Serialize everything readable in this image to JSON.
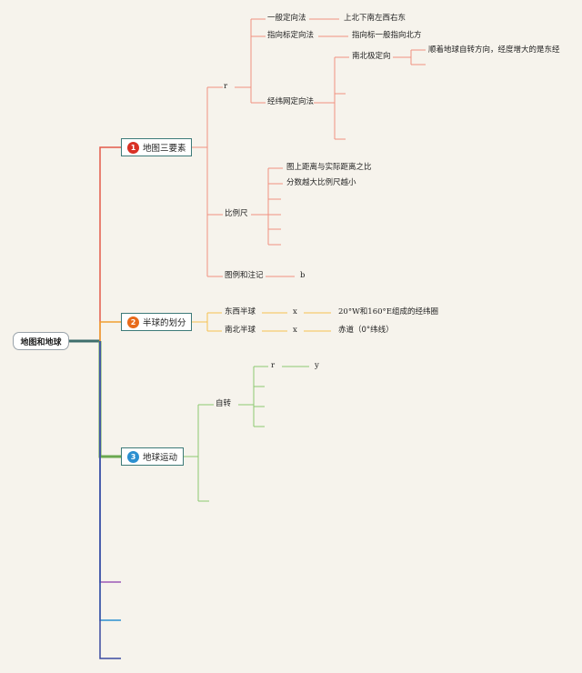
{
  "root": "地图和地球",
  "branches": [
    {
      "num": "1",
      "label": "地图三要素",
      "color": "#e35a4a"
    },
    {
      "num": "2",
      "label": "半球的划分",
      "color": "#f0a030"
    },
    {
      "num": "3",
      "label": "地球运动",
      "color": "#2b8fd0"
    }
  ],
  "b1": {
    "r": "r",
    "dir1": "一般定向法",
    "dir1_val": "上北下南左西右东",
    "dir2": "指向标定向法",
    "dir2_val": "指向标一般指向北方",
    "dir3": "经纬网定向法",
    "ns": "南北极定向",
    "ns_val": "顺着地球自转方向，经度增大的是东经",
    "scale": "比例尺",
    "scale1": "图上距离与实际距离之比",
    "scale2": "分数越大比例尺越小",
    "legend": "图例和注记",
    "legend_val": "b"
  },
  "b2": {
    "ew": "东西半球",
    "ew_x": "x",
    "ew_val": "20°W和160°E组成的经纬圈",
    "sn": "南北半球",
    "sn_x": "x",
    "sn_val": "赤道（0°纬线）"
  },
  "b3": {
    "rot": "自转",
    "r": "r",
    "y": "y"
  }
}
